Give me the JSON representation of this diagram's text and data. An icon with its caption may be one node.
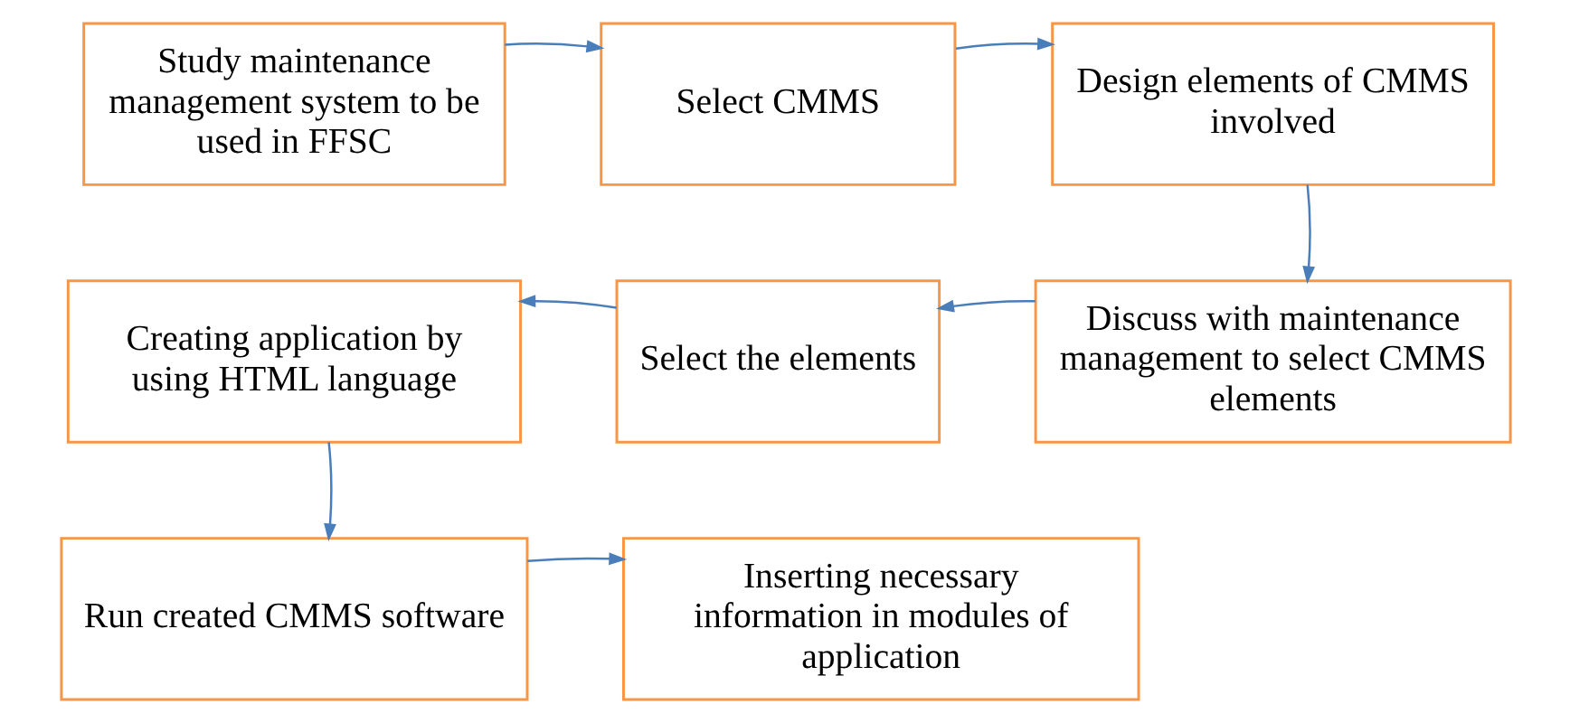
{
  "diagram": {
    "nodes": [
      {
        "text": [
          "Study maintenance management system to be used in FFSC"
        ]
      },
      {
        "text": [
          "Select CMMS"
        ]
      },
      {
        "text": [
          "Design elements of CMMS involved"
        ]
      },
      {
        "text": [
          "Discuss with maintenance management to select CMMS elements"
        ]
      },
      {
        "text": [
          "Select the elements"
        ]
      },
      {
        "text": [
          "Creating application by using HTML language"
        ]
      },
      {
        "text": [
          "Run created CMMS software"
        ]
      },
      {
        "text": [
          "Inserting necessary information in modules of application"
        ]
      }
    ],
    "edges": [
      {
        "from": 0,
        "to": 1,
        "arrow": "to"
      },
      {
        "from": 1,
        "to": 2,
        "arrow": "to"
      },
      {
        "from": 2,
        "to": 3,
        "arrow": "to"
      },
      {
        "from": 3,
        "to": 4,
        "arrow": "to"
      },
      {
        "from": 4,
        "to": 5,
        "arrow": "to"
      },
      {
        "from": 5,
        "to": 6,
        "arrow": "to"
      },
      {
        "from": 6,
        "to": 7,
        "arrow": "to"
      }
    ]
  }
}
